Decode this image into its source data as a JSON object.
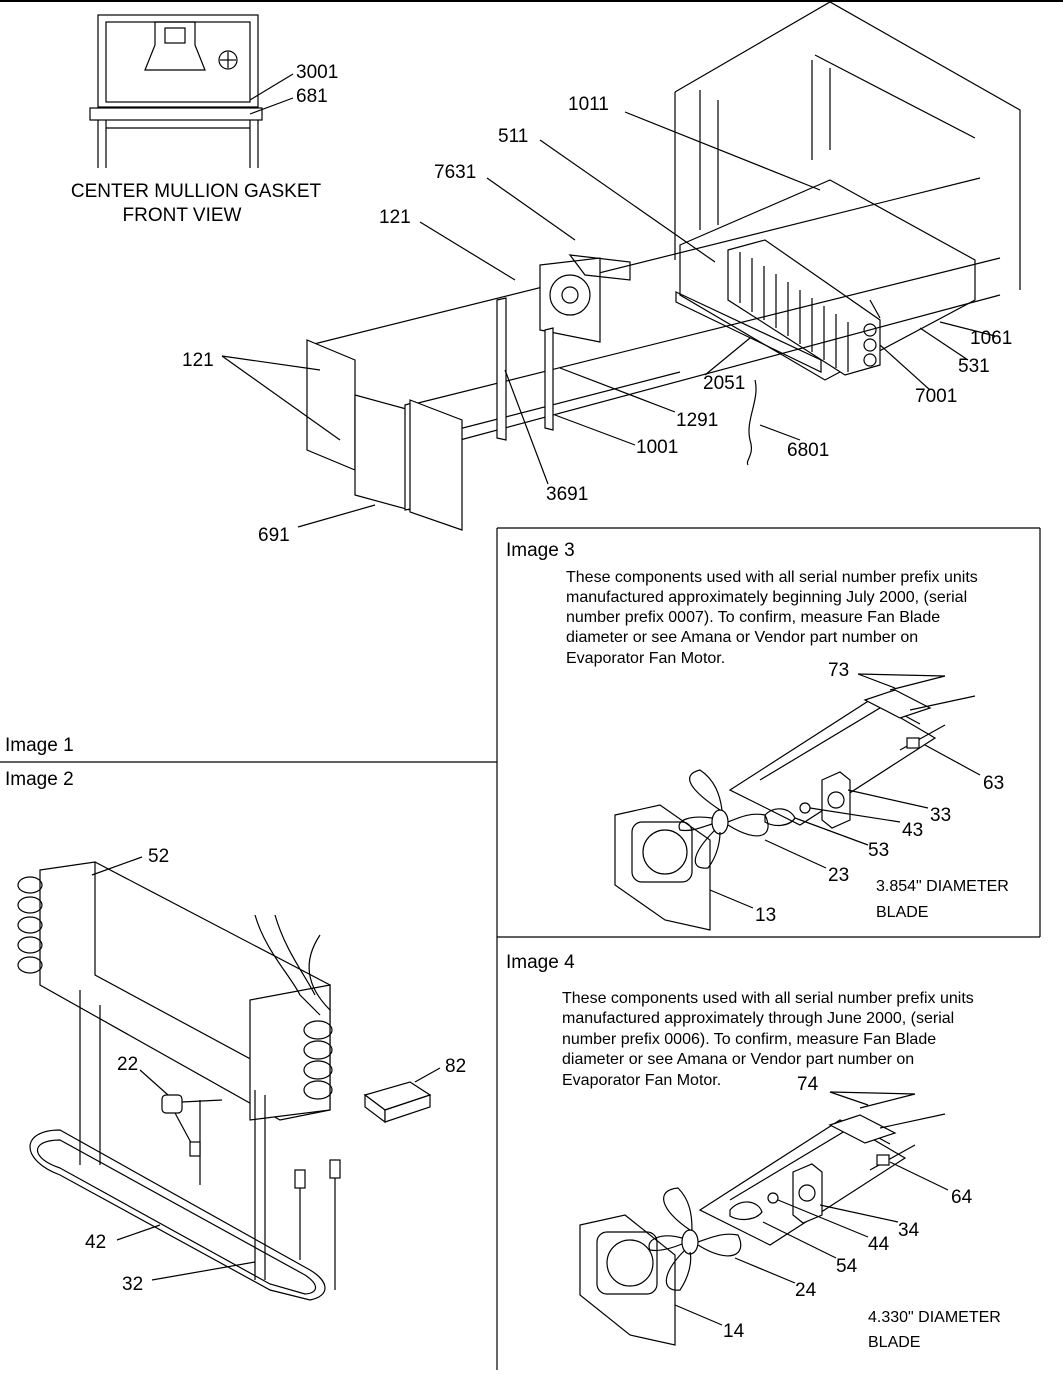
{
  "mullion": {
    "title_line1": "CENTER MULLION GASKET",
    "title_line2": "FRONT VIEW",
    "labels": [
      "3001",
      "681"
    ]
  },
  "image1": {
    "caption": "Image 1",
    "labels": [
      "1011",
      "511",
      "7631",
      "121",
      "121",
      "1061",
      "531",
      "7001",
      "2051",
      "6801",
      "1291",
      "1001",
      "3691",
      "691"
    ]
  },
  "image2": {
    "caption": "Image 2",
    "labels": [
      "52",
      "22",
      "82",
      "42",
      "32"
    ]
  },
  "image3": {
    "caption": "Image 3",
    "note": [
      "These components used with all serial number prefix units",
      "manufactured approximately beginning July 2000, (serial",
      "number prefix 0007). To confirm, measure Fan Blade",
      "diameter or see Amana or Vendor part number on",
      "Evaporator Fan Motor."
    ],
    "labels": [
      "73",
      "63",
      "33",
      "43",
      "53",
      "23",
      "13"
    ],
    "blade_line1": "3.854\" DIAMETER",
    "blade_line2": "BLADE"
  },
  "image4": {
    "caption": "Image 4",
    "note": [
      "These components used with all serial number prefix units",
      "manufactured approximately through June 2000, (serial",
      "number prefix 0006). To confirm, measure Fan Blade",
      "diameter or see Amana or Vendor part number on",
      "Evaporator Fan Motor."
    ],
    "labels": [
      "74",
      "64",
      "34",
      "44",
      "54",
      "24",
      "14"
    ],
    "blade_line1": "4.330\" DIAMETER",
    "blade_line2": "BLADE"
  }
}
